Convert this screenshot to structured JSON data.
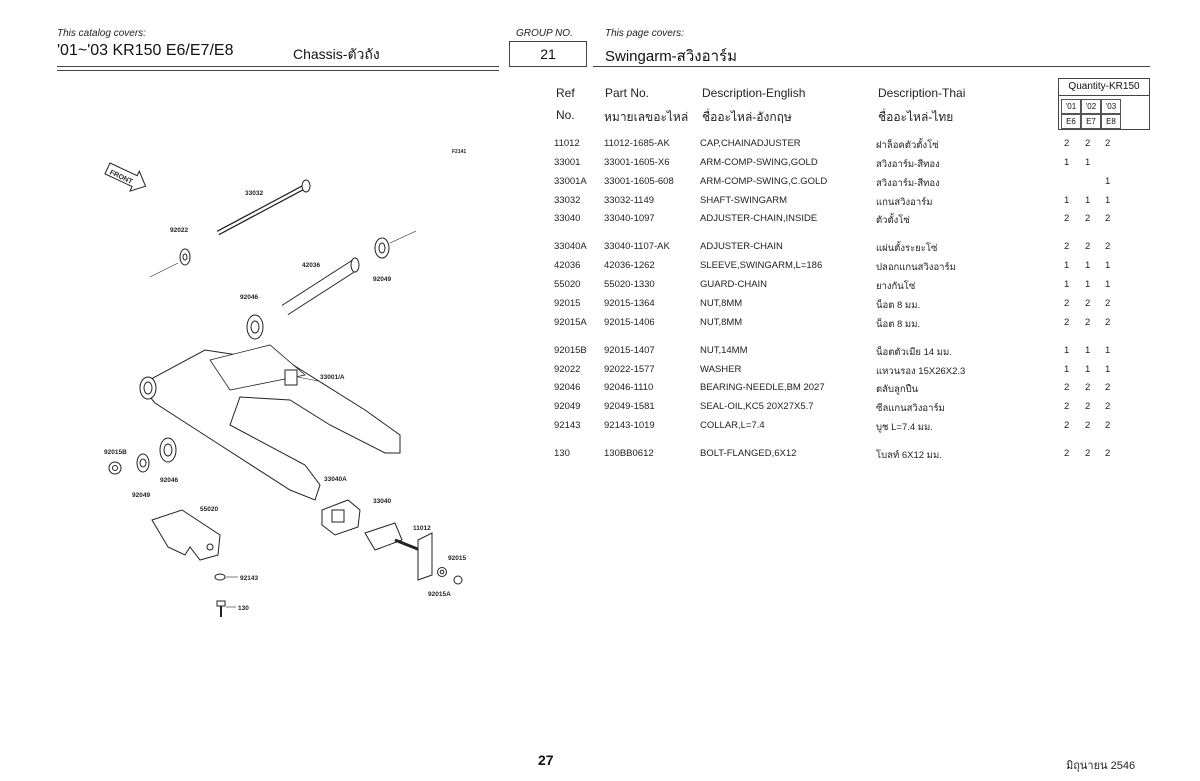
{
  "header": {
    "catalog_covers_label": "This catalog covers:",
    "model": "'01~'03 KR150 E6/E7/E8",
    "section": "Chassis-ตัวถัง",
    "group_label": "GROUP NO.",
    "group_no": "21",
    "page_covers_label": "This page covers:",
    "page_title": "Swingarm-สวิงอาร์ม"
  },
  "table": {
    "headers": {
      "ref": "Ref",
      "no": "No.",
      "part_no": "Part No.",
      "part_no_thai": "หมายเลขอะไหล่",
      "desc_en": "Description-English",
      "desc_en_thai": "ชื่ออะไหล่-อังกฤษ",
      "desc_th": "Description-Thai",
      "desc_th_thai": "ชื่ออะไหล่-ไทย",
      "quantity": "Quantity-KR150",
      "years": [
        "'01",
        "'02",
        "'03"
      ],
      "models": [
        "E6",
        "E7",
        "E8"
      ]
    },
    "rows": [
      {
        "ref": "11012",
        "part": "11012-1685-AK",
        "en": "CAP,CHAINADJUSTER",
        "th": "ฝาล็อคตัวตั้งโซ่",
        "q1": "2",
        "q2": "2",
        "q3": "2"
      },
      {
        "ref": "33001",
        "part": "33001-1605-X6",
        "en": "ARM-COMP-SWING,GOLD",
        "th": "สวิงอาร์ม-สีทอง",
        "q1": "1",
        "q2": "1",
        "q3": ""
      },
      {
        "ref": "33001A",
        "part": "33001-1605-608",
        "en": "ARM-COMP-SWING,C.GOLD",
        "th": "สวิงอาร์ม-สีทอง",
        "q1": "",
        "q2": "",
        "q3": "1"
      },
      {
        "ref": "33032",
        "part": "33032-1149",
        "en": "SHAFT-SWINGARM",
        "th": "แกนสวิงอาร์ม",
        "q1": "1",
        "q2": "1",
        "q3": "1"
      },
      {
        "ref": "33040",
        "part": "33040-1097",
        "en": "ADJUSTER-CHAIN,INSIDE",
        "th": "ตัวตั้งโซ่",
        "q1": "2",
        "q2": "2",
        "q3": "2"
      },
      {
        "ref": "33040A",
        "part": "33040-1107-AK",
        "en": "ADJUSTER-CHAIN",
        "th": "แผ่นตั้งระยะโซ่",
        "q1": "2",
        "q2": "2",
        "q3": "2"
      },
      {
        "ref": "42036",
        "part": "42036-1262",
        "en": "SLEEVE,SWINGARM,L=186",
        "th": "ปลอกแกนสวิงอาร์ม",
        "q1": "1",
        "q2": "1",
        "q3": "1"
      },
      {
        "ref": "55020",
        "part": "55020-1330",
        "en": "GUARD-CHAIN",
        "th": "ยางกันโซ่",
        "q1": "1",
        "q2": "1",
        "q3": "1"
      },
      {
        "ref": "92015",
        "part": "92015-1364",
        "en": "NUT,8MM",
        "th": "น็อต 8 มม.",
        "q1": "2",
        "q2": "2",
        "q3": "2"
      },
      {
        "ref": "92015A",
        "part": "92015-1406",
        "en": "NUT,8MM",
        "th": "น็อต 8 มม.",
        "q1": "2",
        "q2": "2",
        "q3": "2"
      },
      {
        "ref": "92015B",
        "part": "92015-1407",
        "en": "NUT,14MM",
        "th": "น็อตตัวเมีย 14 มม.",
        "q1": "1",
        "q2": "1",
        "q3": "1"
      },
      {
        "ref": "92022",
        "part": "92022-1577",
        "en": "WASHER",
        "th": "แหวนรอง 15X26X2.3",
        "q1": "1",
        "q2": "1",
        "q3": "1"
      },
      {
        "ref": "92046",
        "part": "92046-1110",
        "en": "BEARING-NEEDLE,BM 2027",
        "th": "ตลับลูกปืน",
        "q1": "2",
        "q2": "2",
        "q3": "2"
      },
      {
        "ref": "92049",
        "part": "92049-1581",
        "en": "SEAL-OIL,KC5 20X27X5.7",
        "th": "ซีลแกนสวิงอาร์ม",
        "q1": "2",
        "q2": "2",
        "q3": "2"
      },
      {
        "ref": "92143",
        "part": "92143-1019",
        "en": "COLLAR,L=7.4",
        "th": "บูช L=7.4 มม.",
        "q1": "2",
        "q2": "2",
        "q3": "2"
      },
      {
        "ref": "130",
        "part": "130BB0612",
        "en": "BOLT-FLANGED,6X12",
        "th": "โบลท์ 6X12 มม.",
        "q1": "2",
        "q2": "2",
        "q3": "2"
      }
    ]
  },
  "diagram": {
    "figure_code": "F2141",
    "front_label": "FRONT",
    "callouts": [
      "33032",
      "92022",
      "42036",
      "92049",
      "92046",
      "33001/A",
      "92015B",
      "92046",
      "92049",
      "55020",
      "33040A",
      "33040",
      "11012",
      "92015",
      "92015A",
      "92143",
      "130"
    ]
  },
  "footer": {
    "page_number": "27",
    "date": "มิถุนายน 2546"
  }
}
